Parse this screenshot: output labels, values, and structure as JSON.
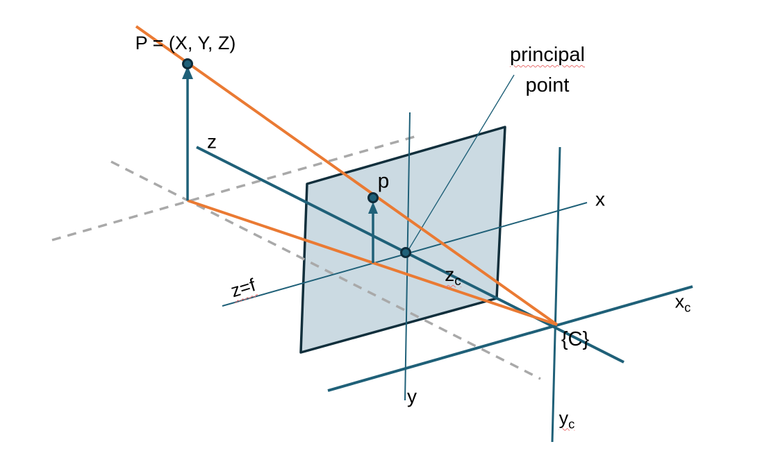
{
  "figure": {
    "type": "geometry-diagram",
    "subject": "Pinhole camera model: perspective projection of world point P onto image plane at z=f through camera centre {C}"
  },
  "labels": {
    "world_point": "P = (X, Y, Z)",
    "world_z_axis": "z",
    "image_point": "p",
    "principal_line1": "principal",
    "principal_line2": "point",
    "focal_plane": "z=f",
    "image_x_axis": "x",
    "image_y_axis": "y",
    "camera_center": "{C}",
    "camera_z_axis": {
      "base": "z",
      "sub": "c"
    },
    "camera_x_axis": {
      "base": "x",
      "sub": "c"
    },
    "camera_y_axis": {
      "base": "y",
      "sub": "c"
    }
  },
  "colors": {
    "axis_teal": "#1F6078",
    "plane_fill": "#CBDAE2",
    "plane_border": "#112F3C",
    "projection_orange": "#EA7A33",
    "dashed_gray": "#A9A9A9",
    "spellcheck_red": "#E87070",
    "text": "#000000",
    "background": "#FFFFFF"
  }
}
